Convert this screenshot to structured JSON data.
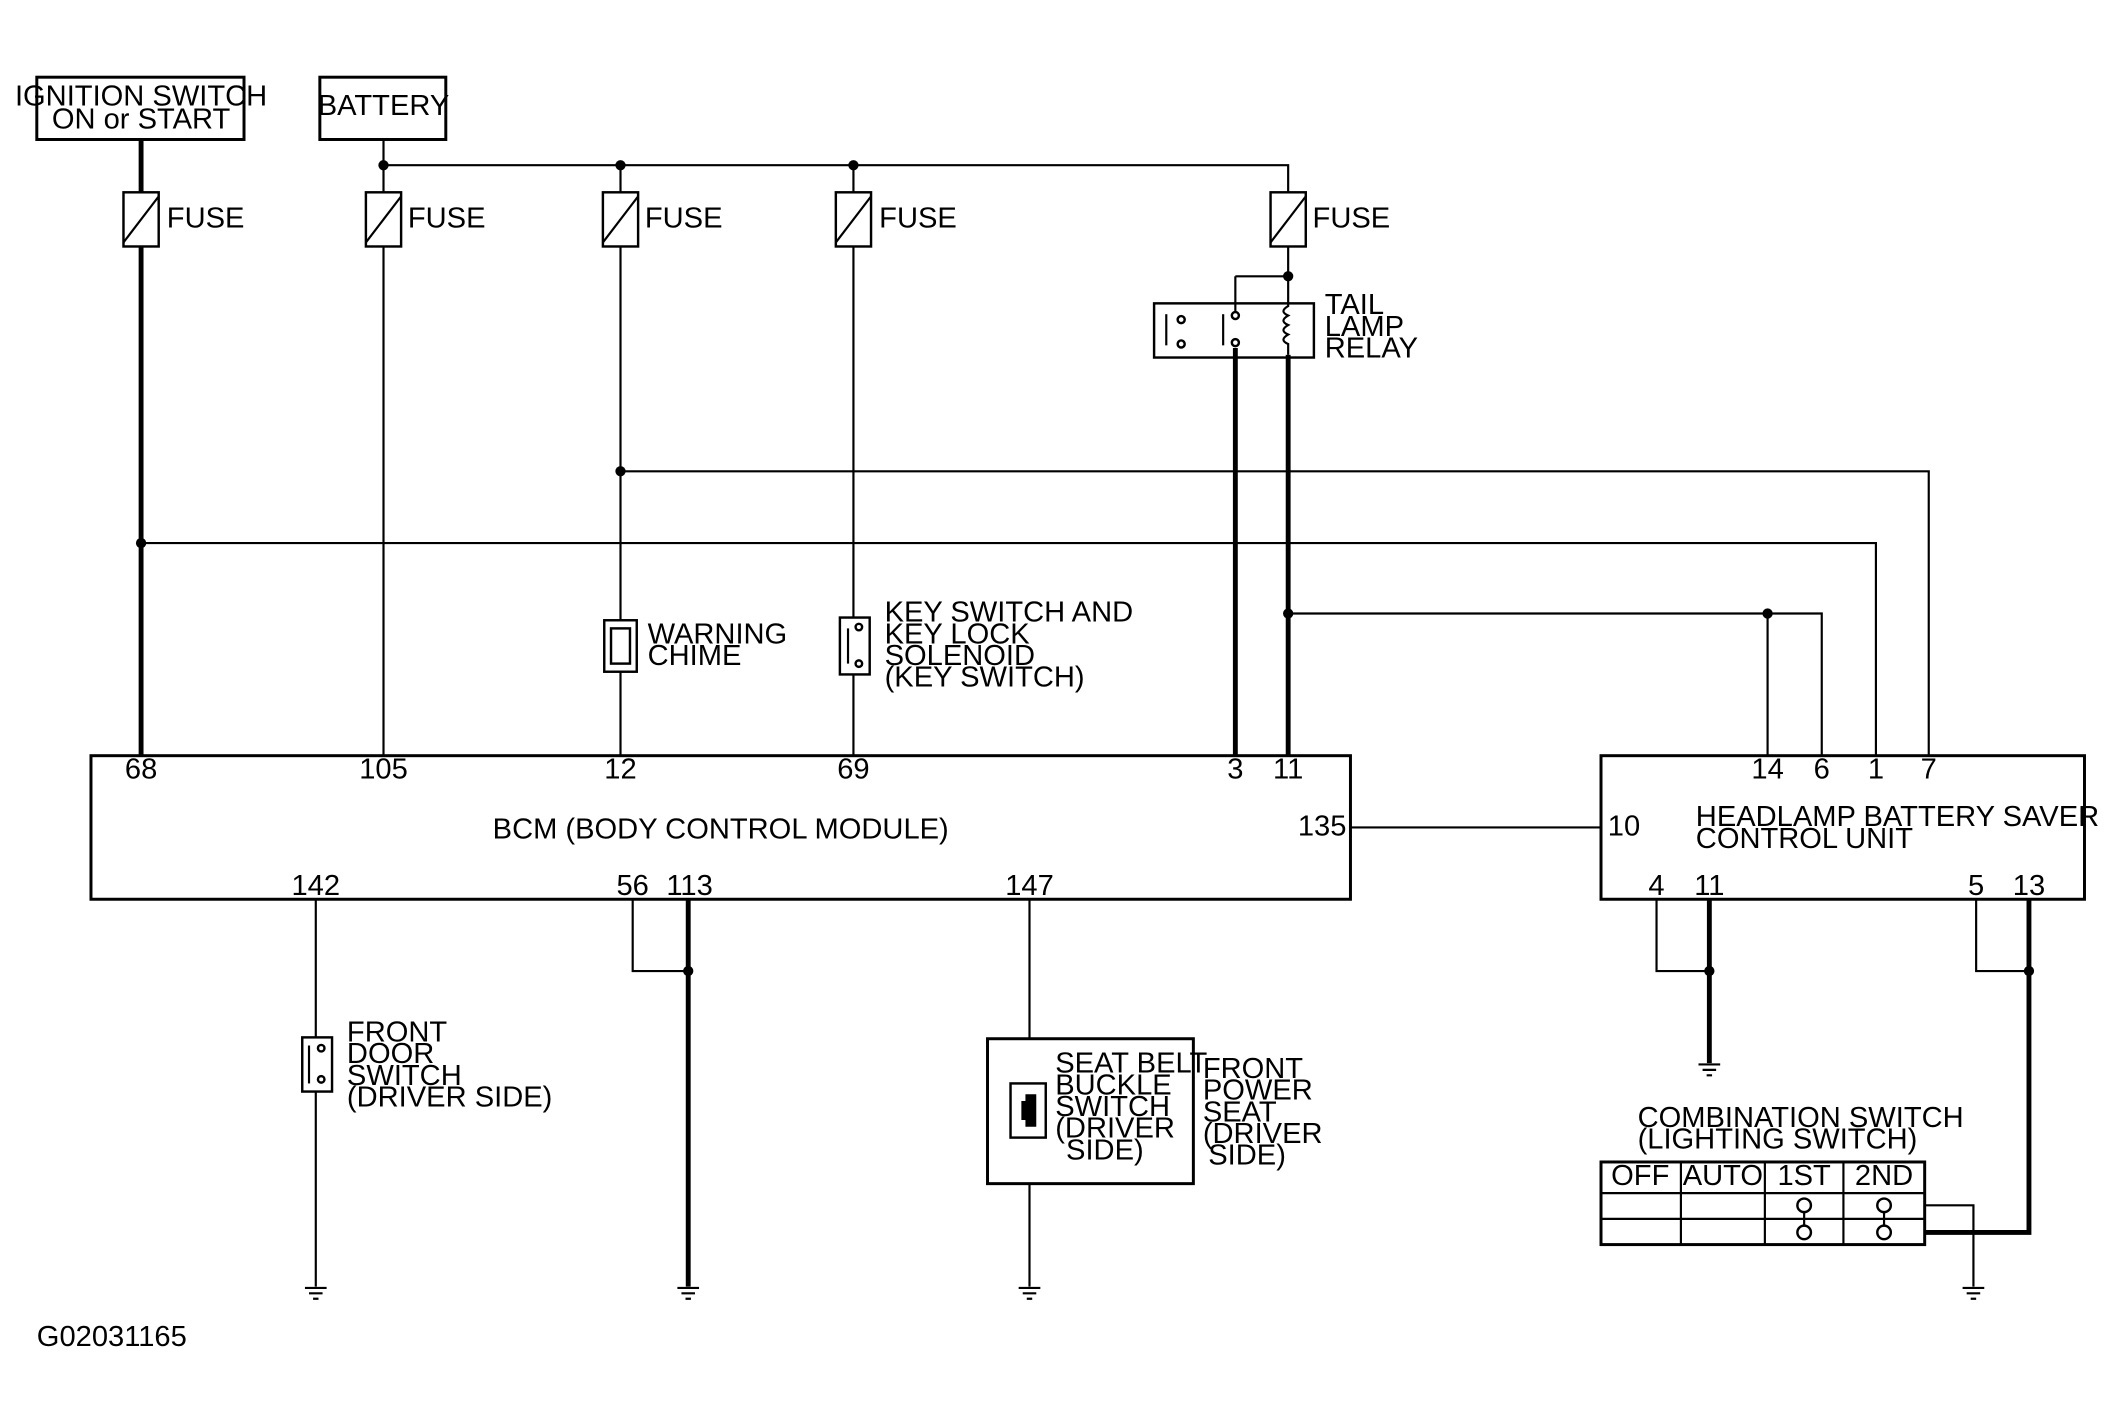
{
  "sources": {
    "ignition": [
      "IGNITION SWITCH",
      "ON or START"
    ],
    "battery": "BATTERY"
  },
  "fuse_label": "FUSE",
  "tail_lamp_relay": [
    "TAIL",
    "LAMP",
    "RELAY"
  ],
  "warning_chime": [
    "WARNING",
    "CHIME"
  ],
  "key_switch": [
    "KEY SWITCH AND",
    "KEY LOCK",
    "SOLENOID",
    "(KEY SWITCH)"
  ],
  "bcm": {
    "label": "BCM (BODY CONTROL MODULE)",
    "pins_top": [
      "68",
      "105",
      "12",
      "69",
      "3",
      "11"
    ],
    "pin_right": "135",
    "pins_bottom": [
      "142",
      "56",
      "113",
      "147"
    ]
  },
  "hbs": {
    "label": [
      "HEADLAMP BATTERY SAVER",
      "CONTROL UNIT"
    ],
    "pins_top": [
      "14",
      "6",
      "1",
      "7"
    ],
    "pin_left": "10",
    "pins_bottom": [
      "4",
      "11",
      "5",
      "13"
    ]
  },
  "front_door_switch": [
    "FRONT",
    "DOOR",
    "SWITCH",
    "(DRIVER SIDE)"
  ],
  "seat_belt_switch": [
    "SEAT BELT",
    "BUCKLE",
    "SWITCH",
    "(DRIVER",
    "SIDE)"
  ],
  "front_power_seat": [
    "FRONT",
    "POWER",
    "SEAT",
    "(DRIVER",
    "SIDE)"
  ],
  "combination_switch": {
    "title": [
      "COMBINATION SWITCH",
      "(LIGHTING SWITCH)"
    ],
    "positions": [
      "OFF",
      "AUTO",
      "1ST",
      "2ND"
    ]
  },
  "figure_id": "G02031165"
}
